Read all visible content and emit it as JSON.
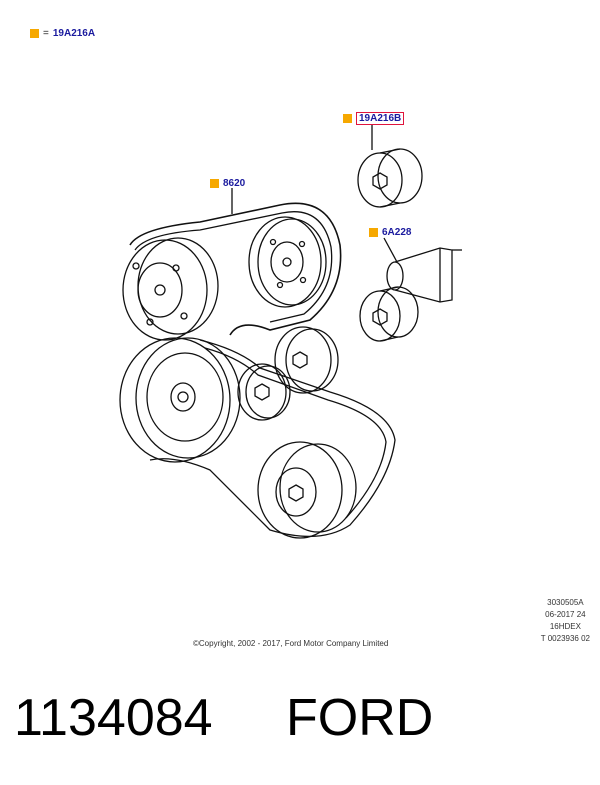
{
  "legend": {
    "symbol": "=",
    "code": "19A216A"
  },
  "callouts": {
    "tensioner_pulley": "19A216B",
    "belt": "8620",
    "tensioner": "6A228"
  },
  "meta": {
    "line1": "3030505A",
    "line2": "06-2017 24",
    "line3": "16HDEX",
    "line4": "T 0023936 02"
  },
  "copyright": "©Copyright, 2002 - 2017, Ford Motor Company Limited",
  "part_number": "1134084",
  "brand": "FORD",
  "colors": {
    "accent": "#f6a800",
    "code_text": "#1a1a9e",
    "highlight_border": "#e0143c"
  }
}
